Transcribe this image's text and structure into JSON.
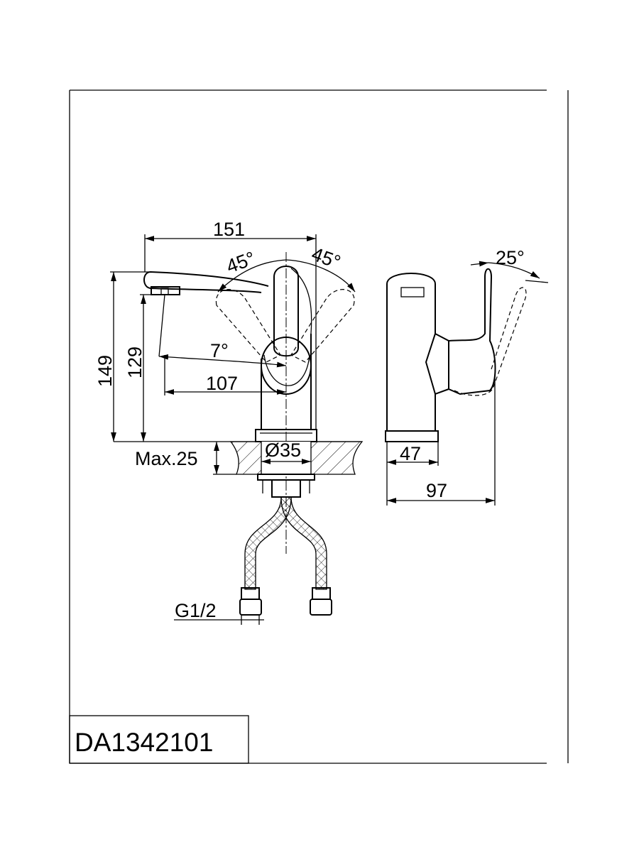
{
  "model_code": "DA1342101",
  "dimensions": {
    "spout_reach": "151",
    "total_height": "149",
    "spout_height": "129",
    "handle_reach": "107",
    "handle_tilt": "7°",
    "rotation_left": "45°",
    "rotation_right": "45°",
    "handle_lift": "25°",
    "max_counter_thickness": "Max.25",
    "hole_diameter": "Ø35",
    "base_depth": "47",
    "side_depth": "97",
    "connector_thread": "G1/2"
  }
}
